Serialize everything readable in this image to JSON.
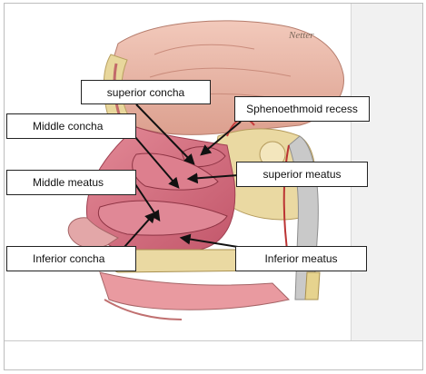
{
  "labels": {
    "superior_concha": "superior concha",
    "sphenoethmoid_recess": "Sphenoethmoid recess",
    "middle_concha": "Middle concha",
    "superior_meatus": "superior meatus",
    "middle_meatus": "Middle meatus",
    "inferior_concha": "Inferior concha",
    "inferior_meatus": "Inferior meatus"
  },
  "colors": {
    "brain": "#e9b8a8",
    "mucosa": "#d96f7f",
    "mucosa_dark": "#b84a5c",
    "bone": "#e6d38e",
    "background": "#ffffff",
    "arrow": "#111111"
  },
  "signature": "Netter"
}
